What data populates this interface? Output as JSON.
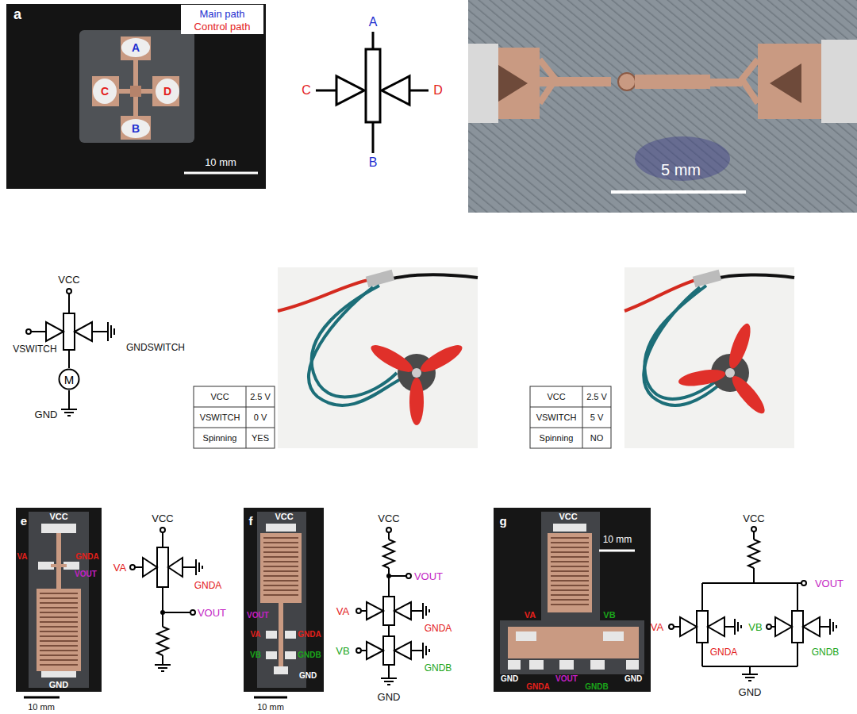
{
  "diagram": {
    "nodes": [
      {
        "text": [
          "M"
        ]
      }
    ],
    "labels": [
      "a",
      "Main path",
      "Control path",
      "A",
      "C",
      "D",
      "B",
      "10 mm",
      "A",
      "C",
      "D",
      "B",
      "5 mm",
      "VCC",
      "VSWITCH",
      "GNDSWITCH",
      "GND",
      "VCC",
      "2.5 V",
      "VSWITCH",
      "0 V",
      "Spinning",
      "YES",
      "VCC",
      "2.5 V",
      "VSWITCH",
      "5 V",
      "Spinning",
      "NO",
      "e",
      "VCC",
      "VA",
      "GNDA",
      "VOUT",
      "GND",
      "10 mm",
      "VCC",
      "VA",
      "GNDA",
      "VOUT",
      "f",
      "VCC",
      "VOUT",
      "VA",
      "GNDA",
      "VB",
      "GNDB",
      "GND",
      "10 mm",
      "VCC",
      "VOUT",
      "VA",
      "GNDA",
      "VB",
      "GNDB",
      "GND",
      "g",
      "VCC",
      "10 mm",
      "VA",
      "VB",
      "GND",
      "GNDA",
      "VOUT",
      "GNDB",
      "GND",
      "VCC",
      "VOUT",
      "VA",
      "VB",
      "GNDA",
      "GNDB",
      "GND"
    ]
  }
}
